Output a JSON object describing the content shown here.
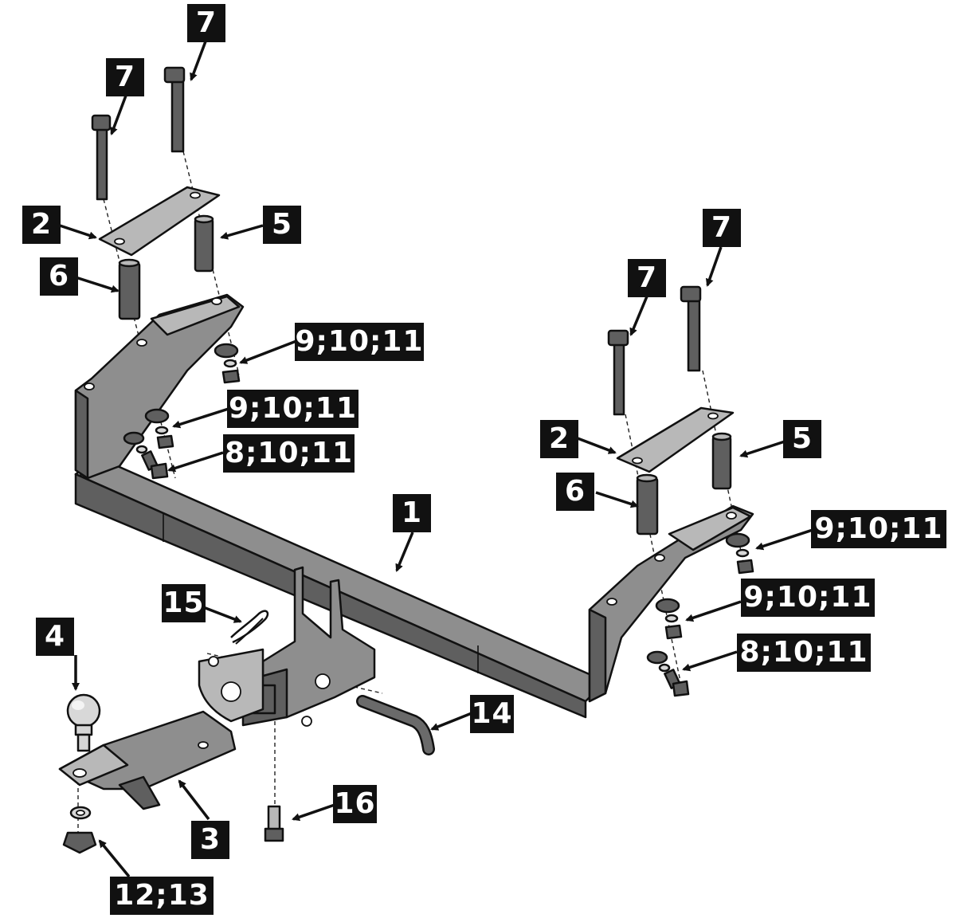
{
  "callouts": [
    {
      "key": "bolt_left_a",
      "text": "7"
    },
    {
      "key": "bolt_left_b",
      "text": "7"
    },
    {
      "key": "plate_left",
      "text": "2"
    },
    {
      "key": "spacer_left_5",
      "text": "5"
    },
    {
      "key": "spacer_left_6",
      "text": "6"
    },
    {
      "key": "nut_left_a",
      "text": "9;10;11"
    },
    {
      "key": "nut_left_b",
      "text": "9;10;11"
    },
    {
      "key": "bolt_left_c",
      "text": "8;10;11"
    },
    {
      "key": "bolt_right_a",
      "text": "7"
    },
    {
      "key": "bolt_right_b",
      "text": "7"
    },
    {
      "key": "plate_right",
      "text": "2"
    },
    {
      "key": "spacer_right_5",
      "text": "5"
    },
    {
      "key": "spacer_right_6",
      "text": "6"
    },
    {
      "key": "nut_right_a",
      "text": "9;10;11"
    },
    {
      "key": "nut_right_b",
      "text": "9;10;11"
    },
    {
      "key": "bolt_right_c",
      "text": "8;10;11"
    },
    {
      "key": "crossbar",
      "text": "1"
    },
    {
      "key": "clip",
      "text": "15"
    },
    {
      "key": "towball",
      "text": "4"
    },
    {
      "key": "ball_mount",
      "text": "3"
    },
    {
      "key": "nut_washer",
      "text": "12;13"
    },
    {
      "key": "pin",
      "text": "14"
    },
    {
      "key": "bolt_bottom",
      "text": "16"
    }
  ],
  "colors": {
    "label_bg": "#111111",
    "label_text": "#ffffff",
    "metal": "#8e8e8e"
  }
}
